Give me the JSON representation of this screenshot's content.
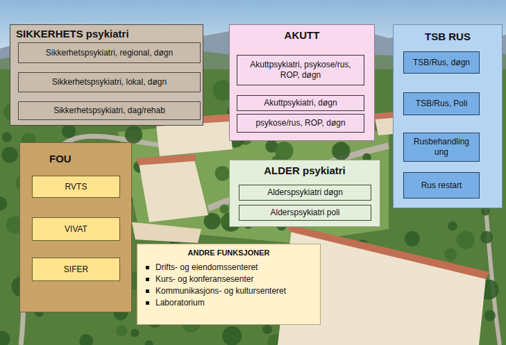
{
  "diagram": {
    "nodes": [
      {
        "text": [
          "SIKKERHETS psykiatri"
        ]
      },
      {
        "text": [
          "Sikkerhetspsykiatri, regional, døgn"
        ],
        "in": 0
      },
      {
        "text": [
          "Sikkerhetspsykiatri, lokal, døgn"
        ],
        "in": 0
      },
      {
        "text": [
          "Sikkerhetspsykiatri, dag/rehab"
        ],
        "in": 0
      },
      {
        "text": [
          "AKUTT"
        ]
      },
      {
        "text": [
          "Akuttpsykiatri, psykose/rus, ROP, døgn"
        ],
        "in": 4
      },
      {
        "text": [
          "Akuttpsykiatri, døgn"
        ],
        "in": 4
      },
      {
        "text": [
          "psykose/rus, ROP, døgn"
        ],
        "in": 4
      },
      {
        "text": [
          "TSB RUS"
        ]
      },
      {
        "text": [
          "TSB/Rus, døgn"
        ],
        "in": 8
      },
      {
        "text": [
          "TSB/Rus, Poli"
        ],
        "in": 8
      },
      {
        "text": [
          "Rusbehandling ung"
        ],
        "in": 8
      },
      {
        "text": [
          "Rus restart"
        ],
        "in": 8
      },
      {
        "text": [
          "FOU"
        ]
      },
      {
        "text": [
          "RVTS"
        ],
        "in": 13
      },
      {
        "text": [
          "VIVAT"
        ],
        "in": 13
      },
      {
        "text": [
          "SIFER"
        ],
        "in": 13
      },
      {
        "text": [
          "ALDER psykiatri"
        ]
      },
      {
        "text": [
          "Alderspsykiatri døgn"
        ],
        "in": 17
      },
      {
        "text": [
          "Alderspsykiatri poli"
        ],
        "in": 17
      },
      {
        "text": [
          "ANDRE FUNKSJONER",
          "Drifts- og eiendomssenteret",
          "Kurs- og konferansesenter",
          "Kommunikasjons- og kultursenteret",
          "Laboratorium"
        ]
      }
    ]
  }
}
